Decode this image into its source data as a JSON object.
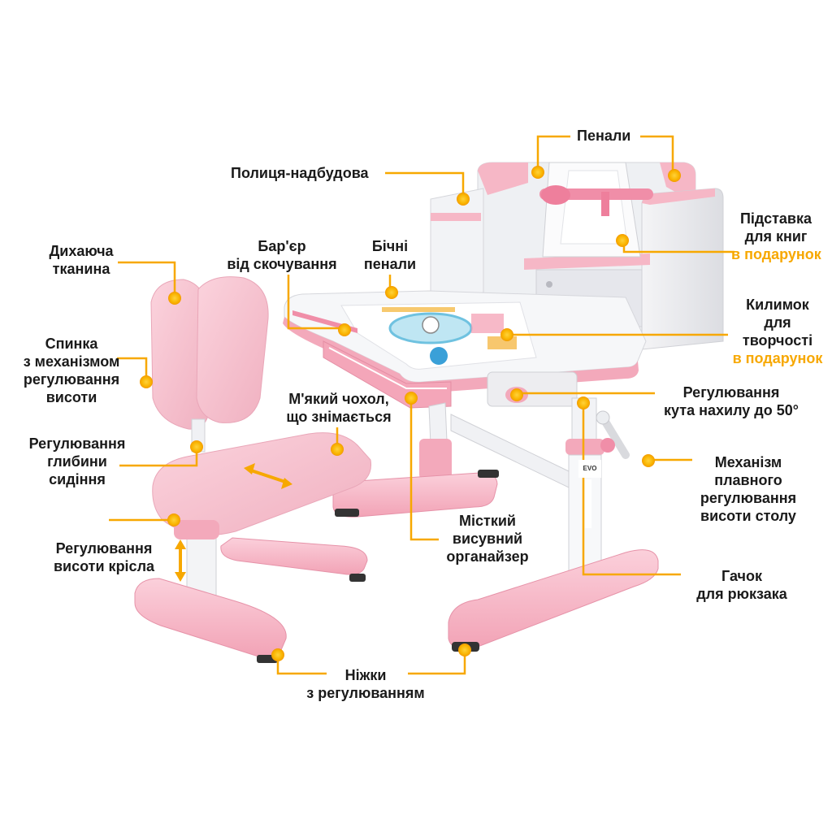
{
  "labels": {
    "pencil_cases": "Пенали",
    "shelf_top": "Полиця-надбудова",
    "book_stand": [
      "Підставка",
      "для книг"
    ],
    "gift": "в подарунок",
    "breathing_fabric": [
      "Дихаюча",
      "тканина"
    ],
    "anti_roll_barrier": [
      "Бар'єр",
      "від скочування"
    ],
    "side_cases": [
      "Бічні",
      "пенали"
    ],
    "creative_mat": [
      "Килимок",
      "для",
      "творчості"
    ],
    "backrest": [
      "Спинка",
      "з механізмом",
      "регулювання",
      "висоти"
    ],
    "removable_cover": [
      "М'який чохол,",
      "що знімається"
    ],
    "tilt_adjust": [
      "Регулювання",
      "кута нахилу до 50°"
    ],
    "seat_depth": [
      "Регулювання",
      "глибини",
      "сидіння"
    ],
    "height_mechanism": [
      "Механізм",
      "плавного",
      "регулювання",
      "висоти столу"
    ],
    "organizer": [
      "Місткий",
      "висувний",
      "органайзер"
    ],
    "chair_height": [
      "Регулювання",
      "висоти крісла"
    ],
    "hook": [
      "Гачок",
      "для рюкзака"
    ],
    "legs": [
      "Ніжки",
      "з регулюванням"
    ]
  },
  "logo_text": "EVO"
}
